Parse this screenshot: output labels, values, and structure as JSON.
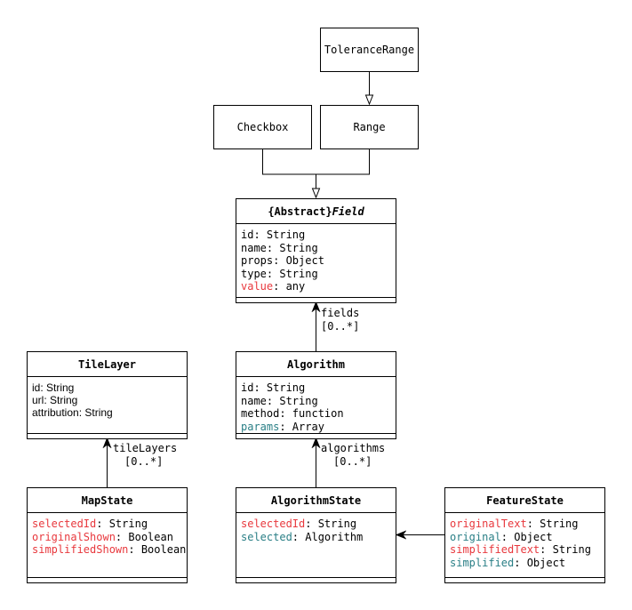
{
  "nodes": {
    "tolerance_range": {
      "label": "ToleranceRange"
    },
    "checkbox": {
      "label": "Checkbox"
    },
    "range": {
      "label": "Range"
    },
    "field": {
      "stereotype": "{Abstract}",
      "name": "Field",
      "attributes": [
        {
          "name": "id",
          "type": ": String",
          "color": ""
        },
        {
          "name": "name",
          "type": ": String",
          "color": ""
        },
        {
          "name": "props",
          "type": ": Object",
          "color": ""
        },
        {
          "name": "type",
          "type": ": String",
          "color": ""
        },
        {
          "name": "value",
          "type": ": any",
          "color": "red"
        }
      ]
    },
    "algorithm": {
      "name": "Algorithm",
      "attributes": [
        {
          "name": "id",
          "type": ": String",
          "color": ""
        },
        {
          "name": "name",
          "type": ": String",
          "color": ""
        },
        {
          "name": "method",
          "type": ": function",
          "color": ""
        },
        {
          "name": "params",
          "type": ": Array",
          "color": "teal"
        }
      ]
    },
    "tile_layer": {
      "name": "TileLayer",
      "attributes": [
        {
          "name": "id",
          "type": ": String",
          "color": ""
        },
        {
          "name": "url",
          "type": ": String",
          "color": ""
        },
        {
          "name": "attribution",
          "type": ": String",
          "color": ""
        }
      ]
    },
    "map_state": {
      "name": "MapState",
      "attributes": [
        {
          "name": "selectedId",
          "type": ": String",
          "color": "red"
        },
        {
          "name": "originalShown",
          "type": ": Boolean",
          "color": "red"
        },
        {
          "name": "simplifiedShown",
          "type": ": Boolean",
          "color": "red"
        }
      ]
    },
    "algorithm_state": {
      "name": "AlgorithmState",
      "attributes": [
        {
          "name": "selectedId",
          "type": ": String",
          "color": "red"
        },
        {
          "name": "selected",
          "type": ": Algorithm",
          "color": "teal"
        }
      ]
    },
    "feature_state": {
      "name": "FeatureState",
      "attributes": [
        {
          "name": "originalText",
          "type": ": String",
          "color": "red"
        },
        {
          "name": "original",
          "type": ": Object",
          "color": "teal"
        },
        {
          "name": "simplifiedText",
          "type": ": String",
          "color": "red"
        },
        {
          "name": "simplified",
          "type": ": Object",
          "color": "teal"
        }
      ]
    }
  },
  "edges": {
    "fields": {
      "name": "fields",
      "multiplicity": "[0..*]"
    },
    "tile_layers": {
      "name": "tileLayers",
      "multiplicity": "[0..*]"
    },
    "algorithms": {
      "name": "algorithms",
      "multiplicity": "[0..*]"
    }
  }
}
